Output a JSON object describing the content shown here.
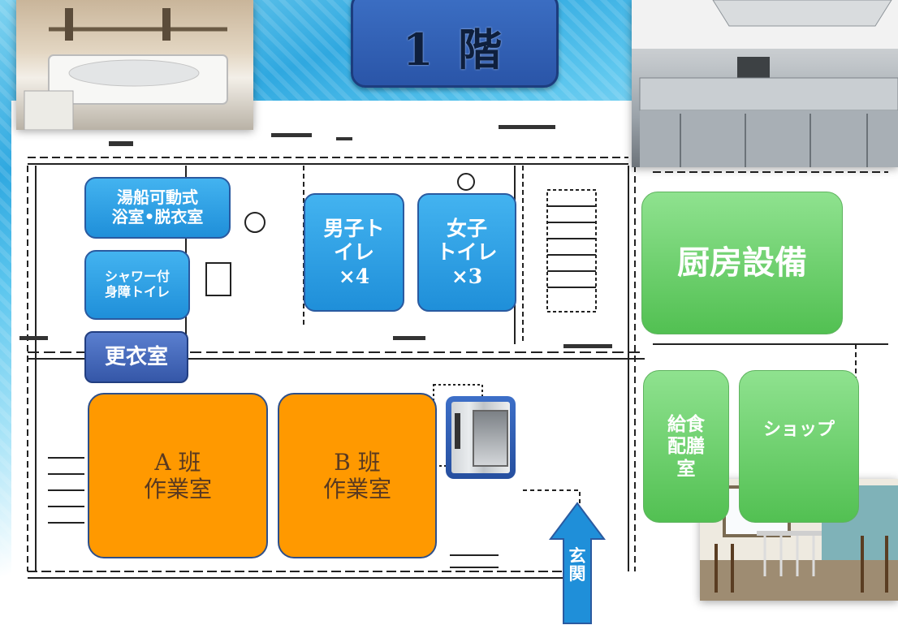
{
  "title": "1 階",
  "rooms": {
    "bath": "湯船可動式\n浴室•脱衣室",
    "shower_toilet": "シャワー付\n身障トイレ",
    "locker": "更衣室",
    "mens_toilet": "男子ト\nイレ\n×4",
    "womens_toilet": "女子\nトイレ\n×3",
    "kitchen": "厨房設備",
    "meal_room": "給食\n配膳\n室",
    "shop": "ショップ",
    "work_a": "A 班\n作業室",
    "work_b": "B 班\n作業室"
  },
  "entrance": "玄\n関",
  "icons": [
    "elevator-photo-icon",
    "up-arrow-icon"
  ],
  "colors": {
    "title_bg": "#2a55a8",
    "blue_room": "#1f8fd9",
    "navy_room": "#3557a8",
    "green_room": "#52c052",
    "orange_room": "#ff9900",
    "arrow": "#1f8fd9"
  }
}
